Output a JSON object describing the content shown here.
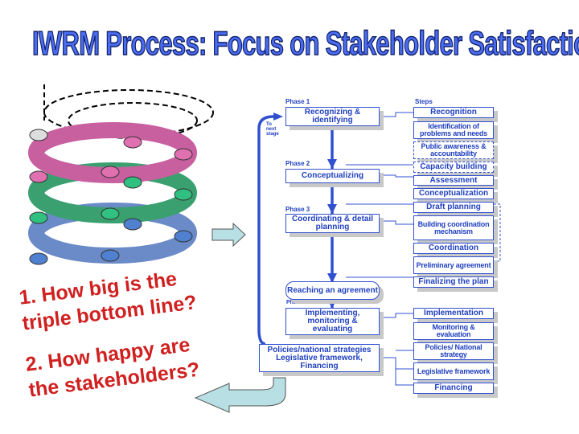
{
  "title": "IWRM Process: Focus on Stakeholder Satisfaction",
  "questions": {
    "q1_line1": "1. How big is the",
    "q1_line2": "triple bottom line?",
    "q2_line1": "2. How happy are",
    "q2_line2": "the stakeholders?"
  },
  "diagram": {
    "to_next_stage": "To next stage",
    "steps_label": "Steps",
    "phases": [
      {
        "label": "Phase 1",
        "box": "Recognizing & identifying"
      },
      {
        "label": "Phase 2",
        "box": "Conceptualizing"
      },
      {
        "label": "Phase 3",
        "box": "Coordinating & detail planning"
      },
      {
        "label": "Phase 4",
        "box": "Implementing, monitoring & evaluating"
      }
    ],
    "agreement": "Reaching an agreement",
    "policies": "Policies/national strategies Legislative framework, Financing",
    "steps": [
      "Recognition",
      "Identification of problems and needs",
      "Public awareness & accountability",
      "Capacity building",
      "Assessment",
      "Conceptualization",
      "Draft planning",
      "Building coordination mechanism",
      "Coordination",
      "Preliminary agreement",
      "Finalizing the plan",
      "Implementation",
      "Monitoring & evaluation",
      "Policies/ National strategy",
      "Legislative framework",
      "Financing"
    ]
  }
}
